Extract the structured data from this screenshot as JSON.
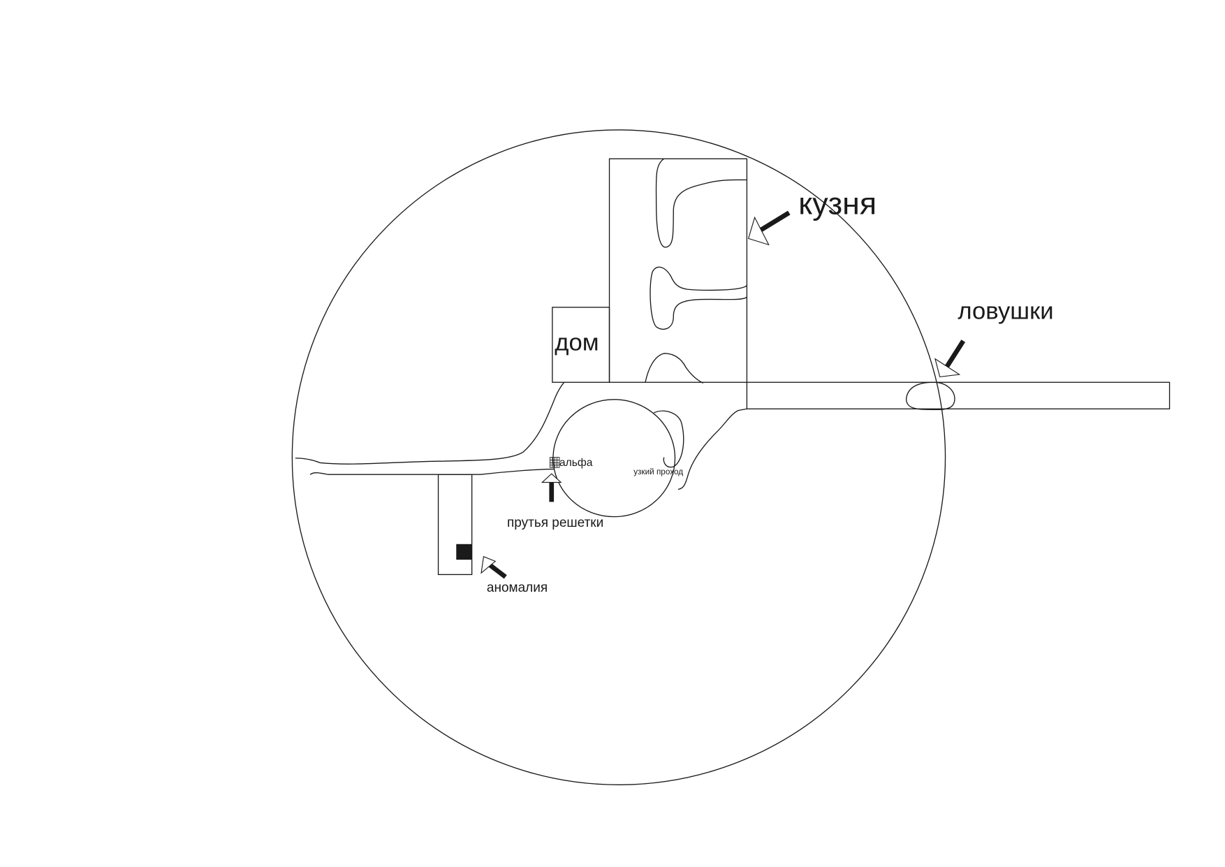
{
  "labels": {
    "forge": "кузня",
    "traps": "ловушки",
    "house": "дом",
    "alpha": "альфа",
    "narrow_passage": "узкий проход",
    "grate_bars": "прутья решетки",
    "anomaly": "аномалия"
  },
  "colors": {
    "ink": "#1a1a1a",
    "background": "#ffffff"
  }
}
